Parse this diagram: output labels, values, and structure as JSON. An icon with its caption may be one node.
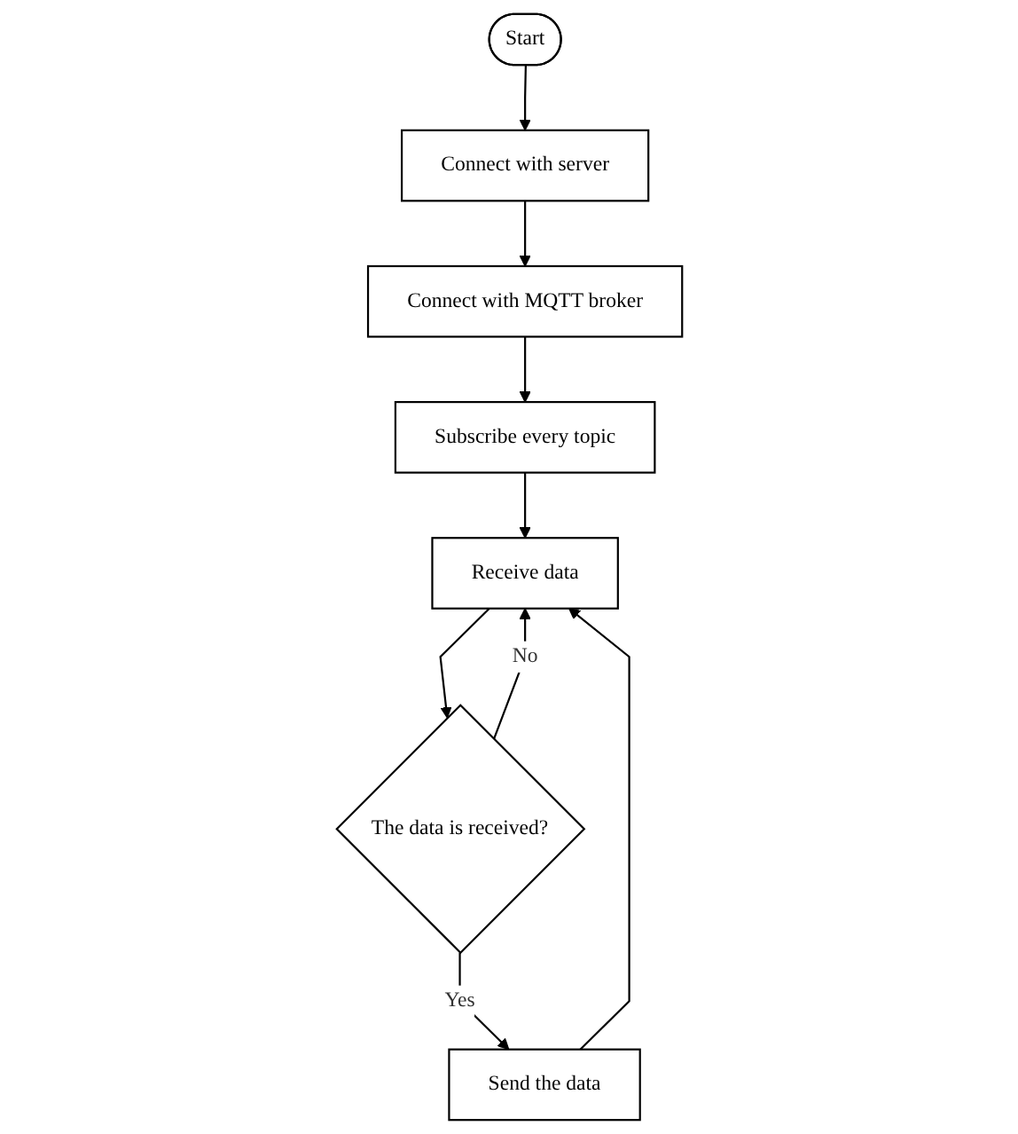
{
  "diagram": {
    "nodes": [
      {
        "text": [
          "Start"
        ]
      },
      {
        "text": [
          "Connect with server"
        ]
      },
      {
        "text": [
          "Connect with MQTT broker"
        ]
      },
      {
        "text": [
          "Subscribe every topic"
        ]
      },
      {
        "text": [
          "Receive data"
        ]
      },
      {
        "text": [
          "The data is received?"
        ]
      },
      {
        "text": [
          "Send the data"
        ]
      }
    ],
    "edges": [
      {
        "from": 0,
        "to": 1,
        "arrow": "to"
      },
      {
        "from": 1,
        "to": 2,
        "arrow": "to"
      },
      {
        "from": 2,
        "to": 3,
        "arrow": "to"
      },
      {
        "from": 3,
        "to": 4,
        "arrow": "to"
      },
      {
        "from": 4,
        "to": 5,
        "arrow": "to"
      },
      {
        "from": 5,
        "to": 6,
        "label": "Yes",
        "arrow": "to"
      },
      {
        "from": 5,
        "to": 4,
        "label": "No",
        "arrow": "to"
      },
      {
        "from": 6,
        "to": 4,
        "arrow": "to"
      }
    ]
  }
}
